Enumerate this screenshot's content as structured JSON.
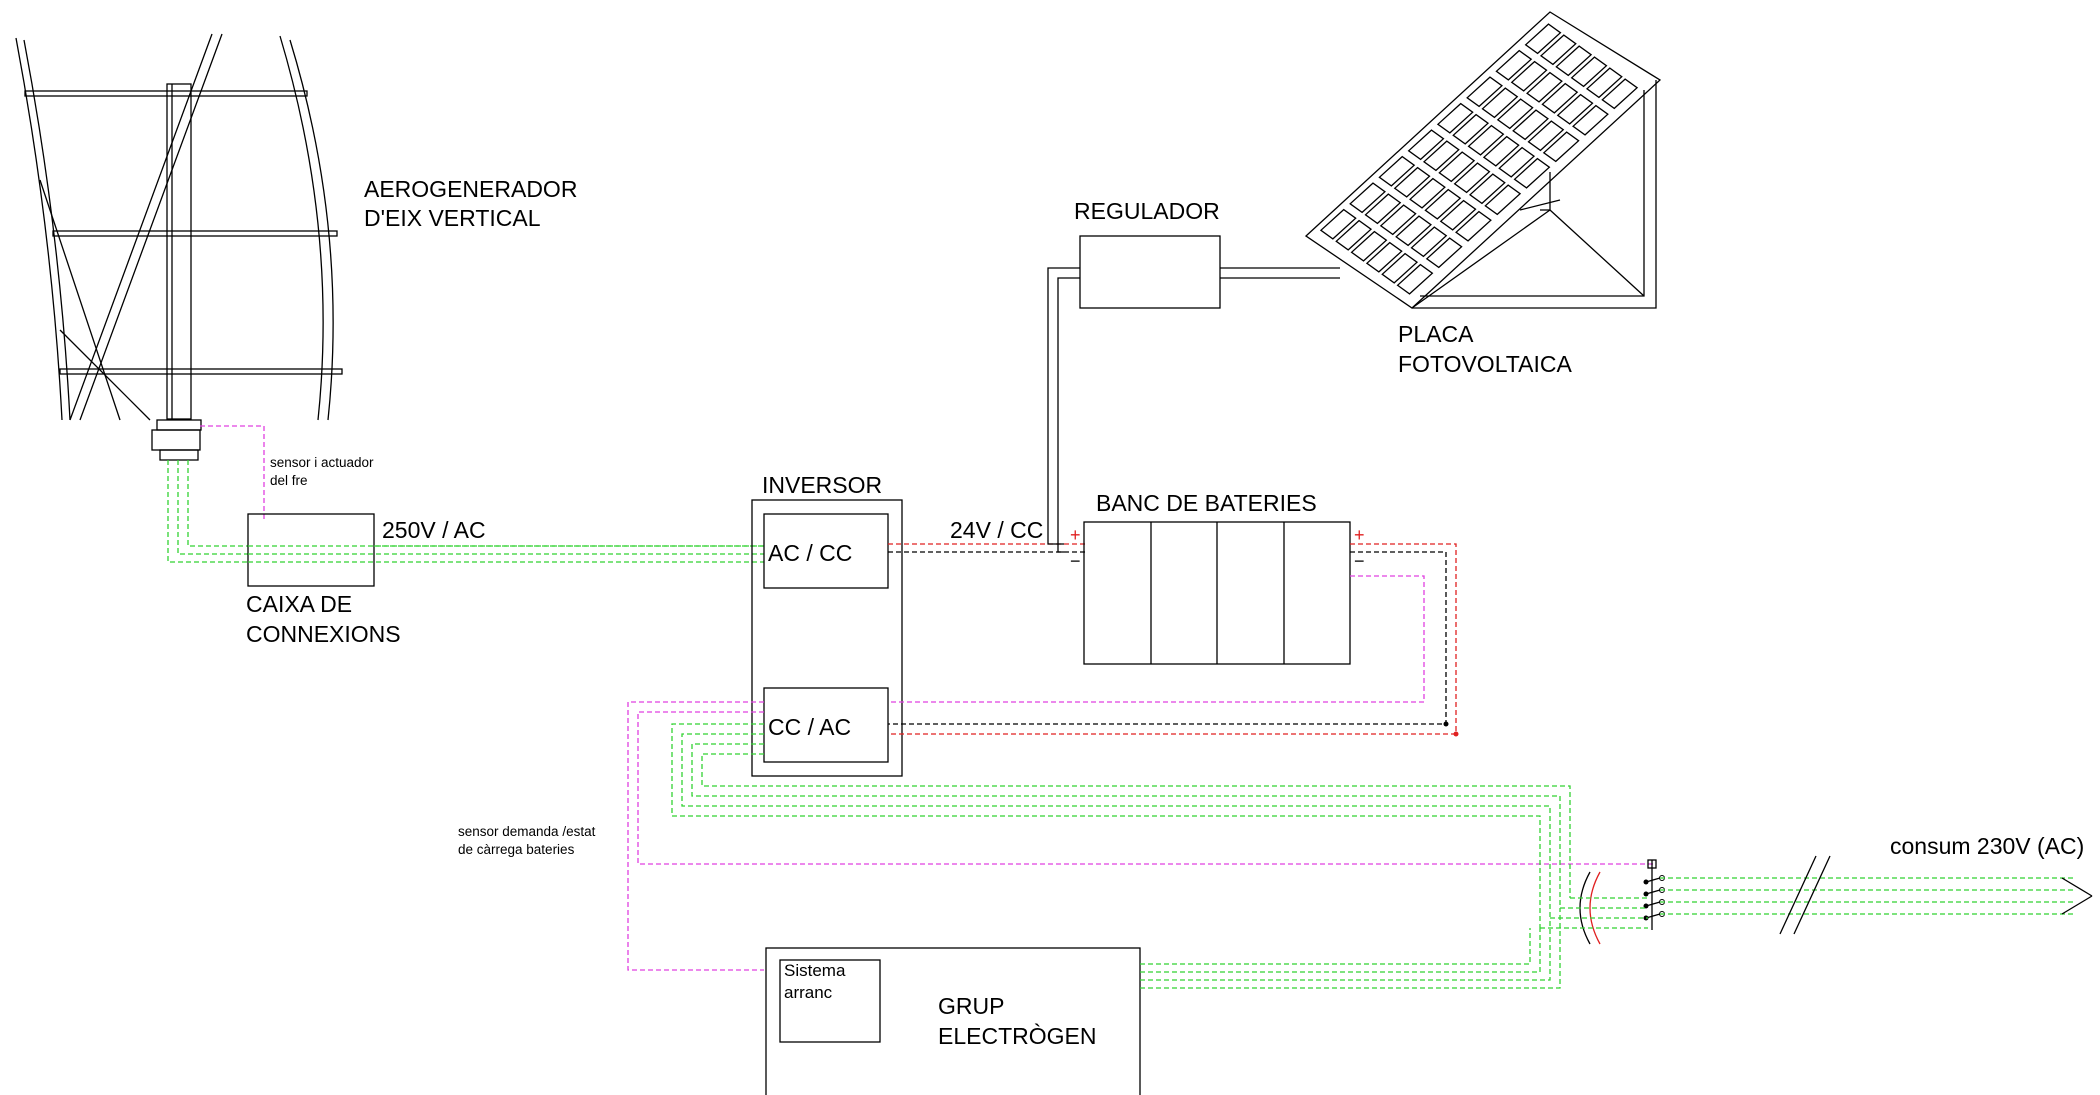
{
  "labels": {
    "wind_turbine": [
      "AEROGENERADOR",
      "D'EIX VERTICAL"
    ],
    "regulator": "REGULADOR",
    "pv_panel": [
      "PLACA",
      "FOTOVOLTAICA"
    ],
    "inverter": "INVERSOR",
    "ac_cc": "AC / CC",
    "cc_ac": "CC / AC",
    "battery_bank": "BANC DE BATERIES",
    "junction_box": [
      "CAIXA DE",
      "CONNEXIONS"
    ],
    "brake_sensor": [
      "sensor i actuador",
      "del fre"
    ],
    "voltage_ac": "250V / AC",
    "voltage_cc": "24V / CC",
    "demand_sensor": [
      "sensor demanda /estat",
      "de càrrega bateries"
    ],
    "generator": [
      "GRUP",
      "ELECTRÒGEN"
    ],
    "start_system": [
      "Sistema",
      "arranc"
    ],
    "consumption": "consum 230V (AC)",
    "plus": "+",
    "minus": "−"
  },
  "colors": {
    "ac_line": "#32d232",
    "control_line": "#e040e0",
    "positive_line": "#e02020",
    "negative_line": "#000000"
  }
}
